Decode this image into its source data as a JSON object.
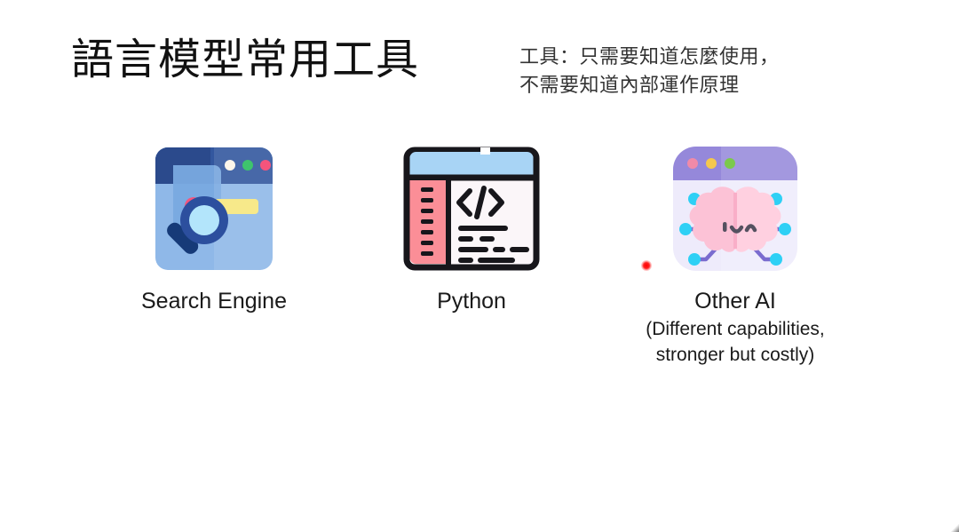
{
  "slide": {
    "title": "語言模型常用工具",
    "subtitle_lines": [
      "工具：只需要知道怎麼使用，",
      "不需要知道內部運作原理"
    ],
    "background_color": "#ffffff",
    "title_color": "#111111",
    "subtitle_color": "#333333"
  },
  "tools": [
    {
      "id": "search-engine",
      "icon": "search-engine-browser-icon",
      "label": "Search Engine",
      "sub_lines": [],
      "colors": {
        "window_body": "#8fb8e8",
        "window_topbar": "#33579f",
        "magnifier_ring": "#2c4f9e",
        "magnifier_lens": "#b3e5fb",
        "magnifier_handle": "#163a78",
        "dot_white": "#fdf6ea",
        "dot_green": "#3ec46d",
        "dot_pink": "#f5547c",
        "accent_yellow": "#f7e98a",
        "accent_pink": "#f5547c"
      }
    },
    {
      "id": "python",
      "icon": "code-editor-icon",
      "label": "Python",
      "sub_lines": [],
      "colors": {
        "titlebar": "#a8d4f5",
        "sidebar": "#fb8e97",
        "page": "#fbf6f9",
        "outline": "#17161b",
        "code_symbol": "</>"
      }
    },
    {
      "id": "other-ai",
      "icon": "ai-brain-icon",
      "label": "Other AI",
      "sub_lines": [
        "(Different capabilities,",
        "stronger but costly)"
      ],
      "colors": {
        "window_topbar": "#8a7bd6",
        "window_body": "#ece9fb",
        "brain": "#fcc2d6",
        "brain_light": "#ffd6e3",
        "node_cyan": "#2ed0f5",
        "wire_purple": "#7a6ccf",
        "dot_pink": "#f08aa8",
        "dot_yellow": "#f5c84c",
        "dot_green": "#7bc94c",
        "face": "#555160"
      }
    }
  ],
  "pointer": {
    "name": "laser-pointer-dot",
    "color": "#ff0000"
  }
}
